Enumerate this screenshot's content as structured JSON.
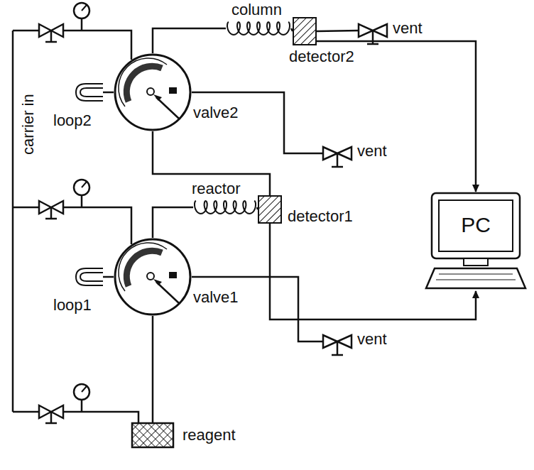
{
  "diagram": {
    "nodes": [
      {
        "text": [
          "column"
        ]
      },
      {
        "text": [
          "detector2"
        ]
      },
      {
        "text": [
          "vent"
        ]
      },
      {
        "text": [
          "valve2"
        ]
      },
      {
        "text": [
          "loop2"
        ]
      },
      {
        "text": [
          "vent"
        ]
      },
      {
        "text": [
          "reactor"
        ]
      },
      {
        "text": [
          "detector1"
        ]
      },
      {
        "text": [
          "PC"
        ]
      },
      {
        "text": [
          "valve1"
        ]
      },
      {
        "text": [
          "loop1"
        ]
      },
      {
        "text": [
          "vent"
        ]
      },
      {
        "text": [
          "reagent"
        ]
      }
    ],
    "edges": [
      {
        "from": 0,
        "to": 1,
        "arrow": "none"
      },
      {
        "from": 1,
        "to": 2,
        "arrow": "none"
      },
      {
        "from": 1,
        "to": 8,
        "arrow": "to"
      },
      {
        "from": 3,
        "to": 0,
        "arrow": "none"
      },
      {
        "from": 4,
        "to": 3,
        "arrow": "none"
      },
      {
        "from": 3,
        "to": 5,
        "arrow": "none"
      },
      {
        "from": 7,
        "to": 3,
        "arrow": "none"
      },
      {
        "from": 6,
        "to": 7,
        "arrow": "none"
      },
      {
        "from": 7,
        "to": 8,
        "arrow": "to"
      },
      {
        "from": 9,
        "to": 6,
        "arrow": "none"
      },
      {
        "from": 10,
        "to": 9,
        "arrow": "none"
      },
      {
        "from": 9,
        "to": 11,
        "arrow": "none"
      },
      {
        "from": 12,
        "to": 9,
        "arrow": "none"
      }
    ],
    "labels": [
      "carrier in"
    ]
  }
}
